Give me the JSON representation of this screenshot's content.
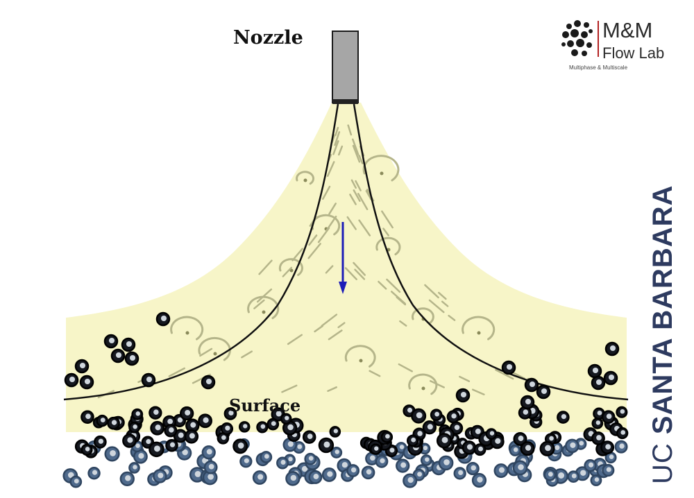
{
  "labels": {
    "nozzle": "Nozzle",
    "surface": "Surface"
  },
  "logo": {
    "title": "M&M",
    "subtitle": "Flow Lab",
    "tagline": "Multiphase & Multiscale",
    "dot_color": "#1a1a1a",
    "divider_color": "#b22222"
  },
  "university": {
    "prefix": "UC",
    "name": "SANTA BARBARA",
    "color": "#2d3a5f"
  },
  "colors": {
    "jet_fill": "#f7f5c8",
    "nozzle_fill": "#a6a6a6",
    "arrow": "#1c1cb8",
    "particle_dark": "#15181f",
    "particle_blue": "#4f6a8c",
    "swirl": "#b5b58a"
  },
  "icons": {
    "flow_arrow": "arrow-down-icon",
    "logo_dots": "particle-cluster-icon"
  }
}
